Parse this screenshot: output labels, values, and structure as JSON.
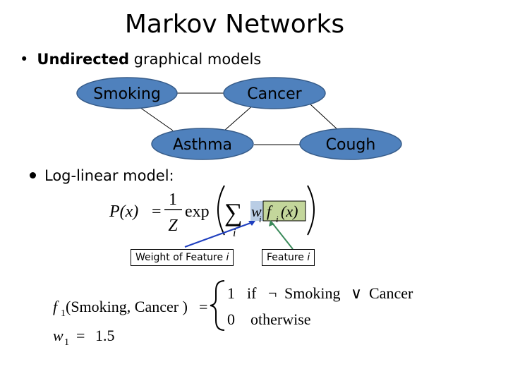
{
  "title": "Markov Networks",
  "bullet1": {
    "bold": "Undirected",
    "rest": " graphical models"
  },
  "nodes": {
    "smoking": "Smoking",
    "cancer": "Cancer",
    "asthma": "Asthma",
    "cough": "Cough"
  },
  "bullet2": "Log-linear model:",
  "formula": {
    "lhs": "P(x)",
    "equals": "=",
    "frac_num": "1",
    "frac_den": "Z",
    "exp": "exp",
    "sub_i": "i",
    "w": "w",
    "f": "f",
    "fx": "(x)"
  },
  "labels": {
    "weight_prefix": "Weight of Feature ",
    "weight_i": "i",
    "feature_prefix": "Feature ",
    "feature_i": "i"
  },
  "feature_def": {
    "f1": "f",
    "f1_sub": "1",
    "f1_args": "(Smoking,  Cancer )",
    "equals": "=",
    "case1_val": "1",
    "case1_cond": "if",
    "not": "¬",
    "smoking": "Smoking",
    "or": "∨",
    "cancer": "Cancer",
    "case2_val": "0",
    "case2_cond": "otherwise"
  },
  "weight_def": {
    "w": "w",
    "sub": "1",
    "equals": "=",
    "value": "1.5"
  },
  "colors": {
    "node_fill": "#4f81bd",
    "node_stroke": "#385d8a",
    "highlight_w": "#b9cde5",
    "highlight_f": "#c3d69b",
    "arrow_blue": "#1f3fbf",
    "arrow_green": "#3a8a5a"
  }
}
